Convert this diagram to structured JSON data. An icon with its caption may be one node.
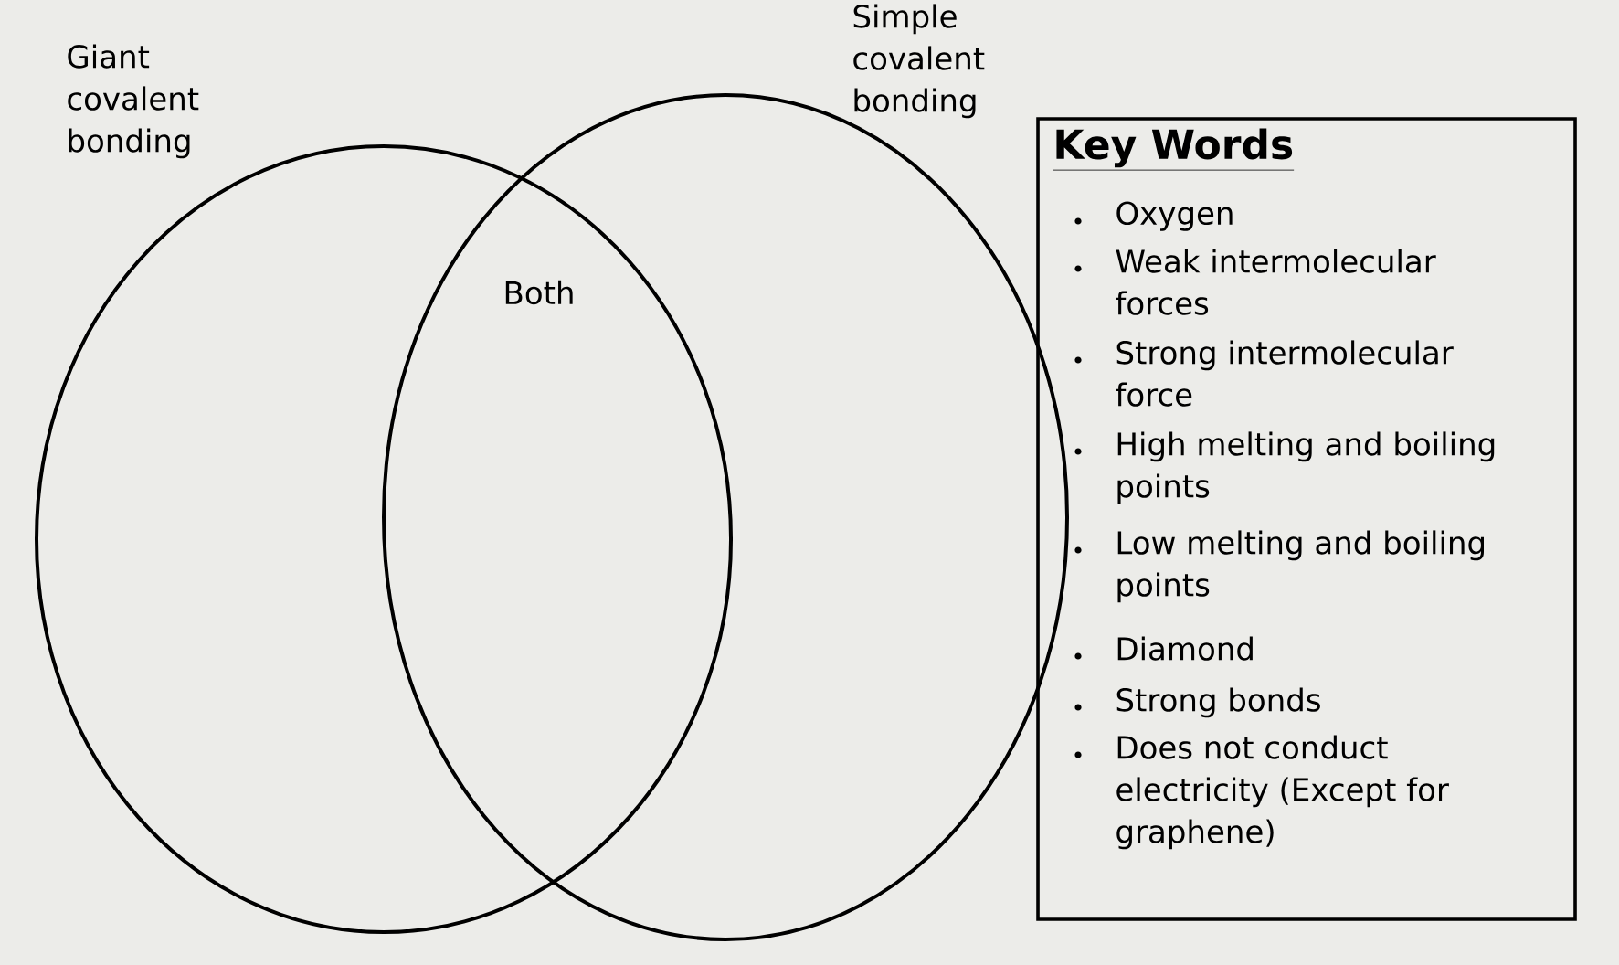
{
  "diagram": {
    "nodes": [
      {
        "text": [
          "Giant covalent bonding"
        ]
      },
      {
        "text": [
          "Simple covalent bonding"
        ]
      },
      {
        "text": [
          "Key Words",
          "Oxygen",
          "Weak intermolecular forces",
          "Strong intermolecular force",
          "High melting and boiling points",
          "Low melting and boiling points",
          "Diamond",
          "Strong bonds",
          "Does not conduct electricity (Except for graphene)"
        ]
      }
    ],
    "labels": [
      "Both"
    ]
  }
}
